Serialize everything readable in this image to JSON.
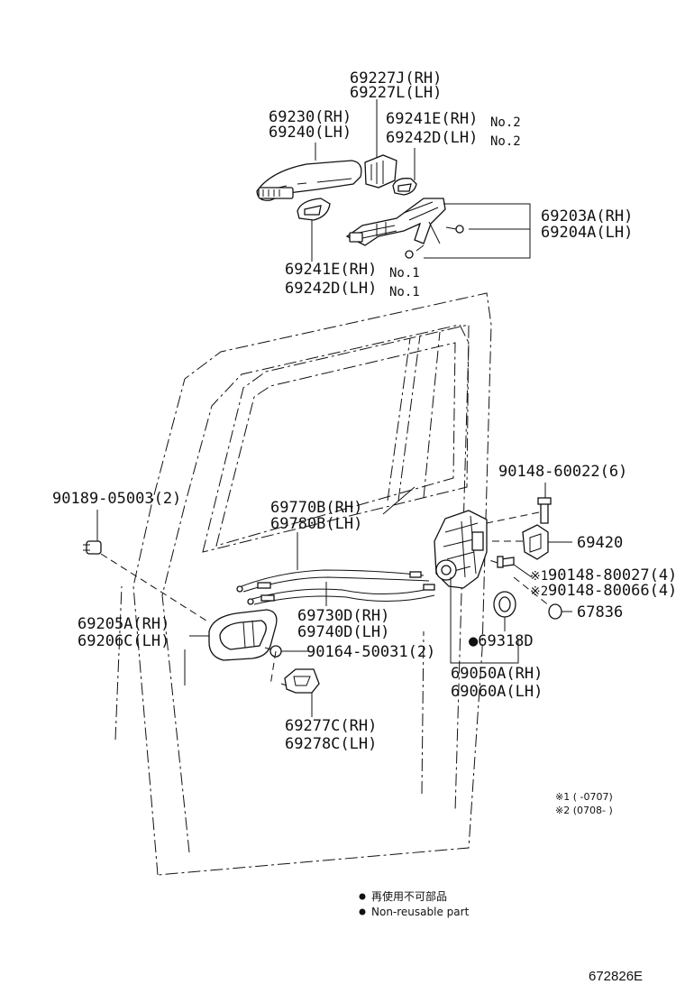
{
  "labels": {
    "p69227": [
      "69227J(RH)",
      "69227L(LH)"
    ],
    "p69230": [
      "69230(RH)",
      "69240(LH)"
    ],
    "p69241no2": [
      "69241E(RH)",
      "69242D(LH)"
    ],
    "no2": "No.2",
    "p69203": [
      "69203A(RH)",
      "69204A(LH)"
    ],
    "p69241no1": [
      "69241E(RH)",
      "69242D(LH)"
    ],
    "no1": "No.1",
    "p90148_6": "90148-60022(6)",
    "p90189": "90189-05003(2)",
    "p69770": [
      "69770B(RH)",
      "69780B(LH)"
    ],
    "p69420": "69420",
    "p90148_4a": "90148-80027(4)",
    "p90148_4b": "90148-80066(4)",
    "mark1": "※1",
    "mark2": "※2",
    "p69205": [
      "69205A(RH)",
      "69206C(LH)"
    ],
    "p69730": [
      "69730D(RH)",
      "69740D(LH)"
    ],
    "p67836": "67836",
    "p90164": "90164-50031(2)",
    "p69318": "●69318D",
    "p69050": [
      "69050A(RH)",
      "69060A(LH)"
    ],
    "p69277": [
      "69277C(RH)",
      "69278C(LH)"
    ]
  },
  "footnotes": {
    "line1": "※1 (     -0707)",
    "line2": "※2 (0708-     )"
  },
  "legend": {
    "jp": "再使用不可部品",
    "en": "Non-reusable part"
  },
  "figure_number": "672826E"
}
